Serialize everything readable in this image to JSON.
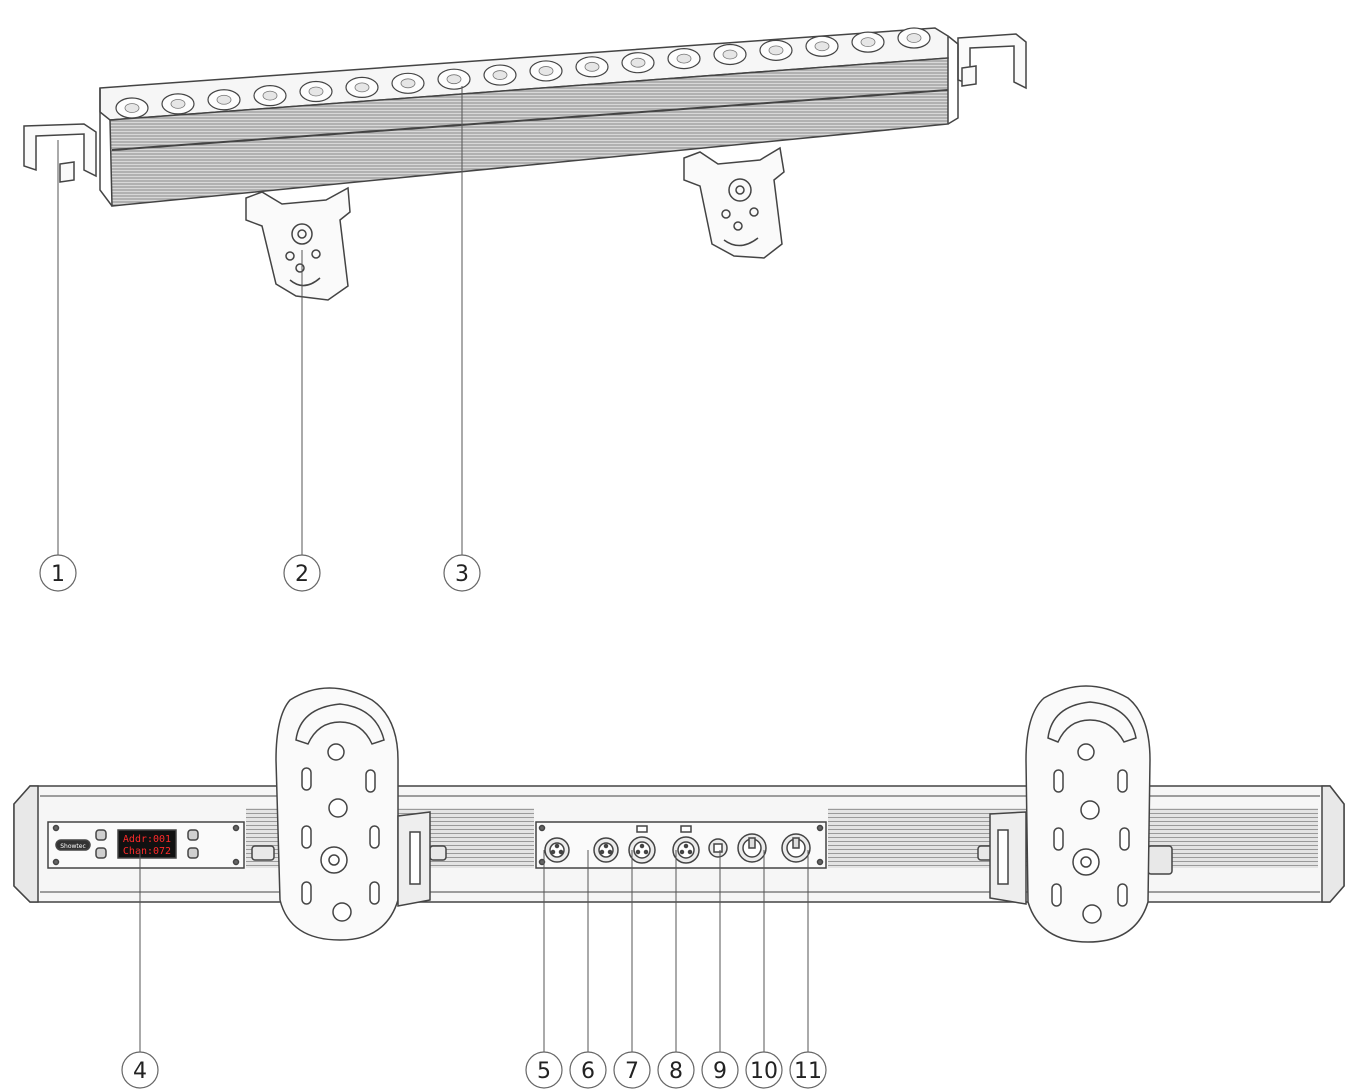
{
  "callouts_top": [
    "1",
    "2",
    "3"
  ],
  "callouts_bottom": [
    "4",
    "5",
    "6",
    "7",
    "8",
    "9",
    "10",
    "11"
  ],
  "display": {
    "line1": "Addr:001",
    "line2": "Chan:072"
  },
  "logo_text": "Showtec",
  "colors": {
    "line": "#444444",
    "display_bg": "#111111",
    "display_text": "#ff2a2a",
    "body": "#f4f4f4"
  }
}
